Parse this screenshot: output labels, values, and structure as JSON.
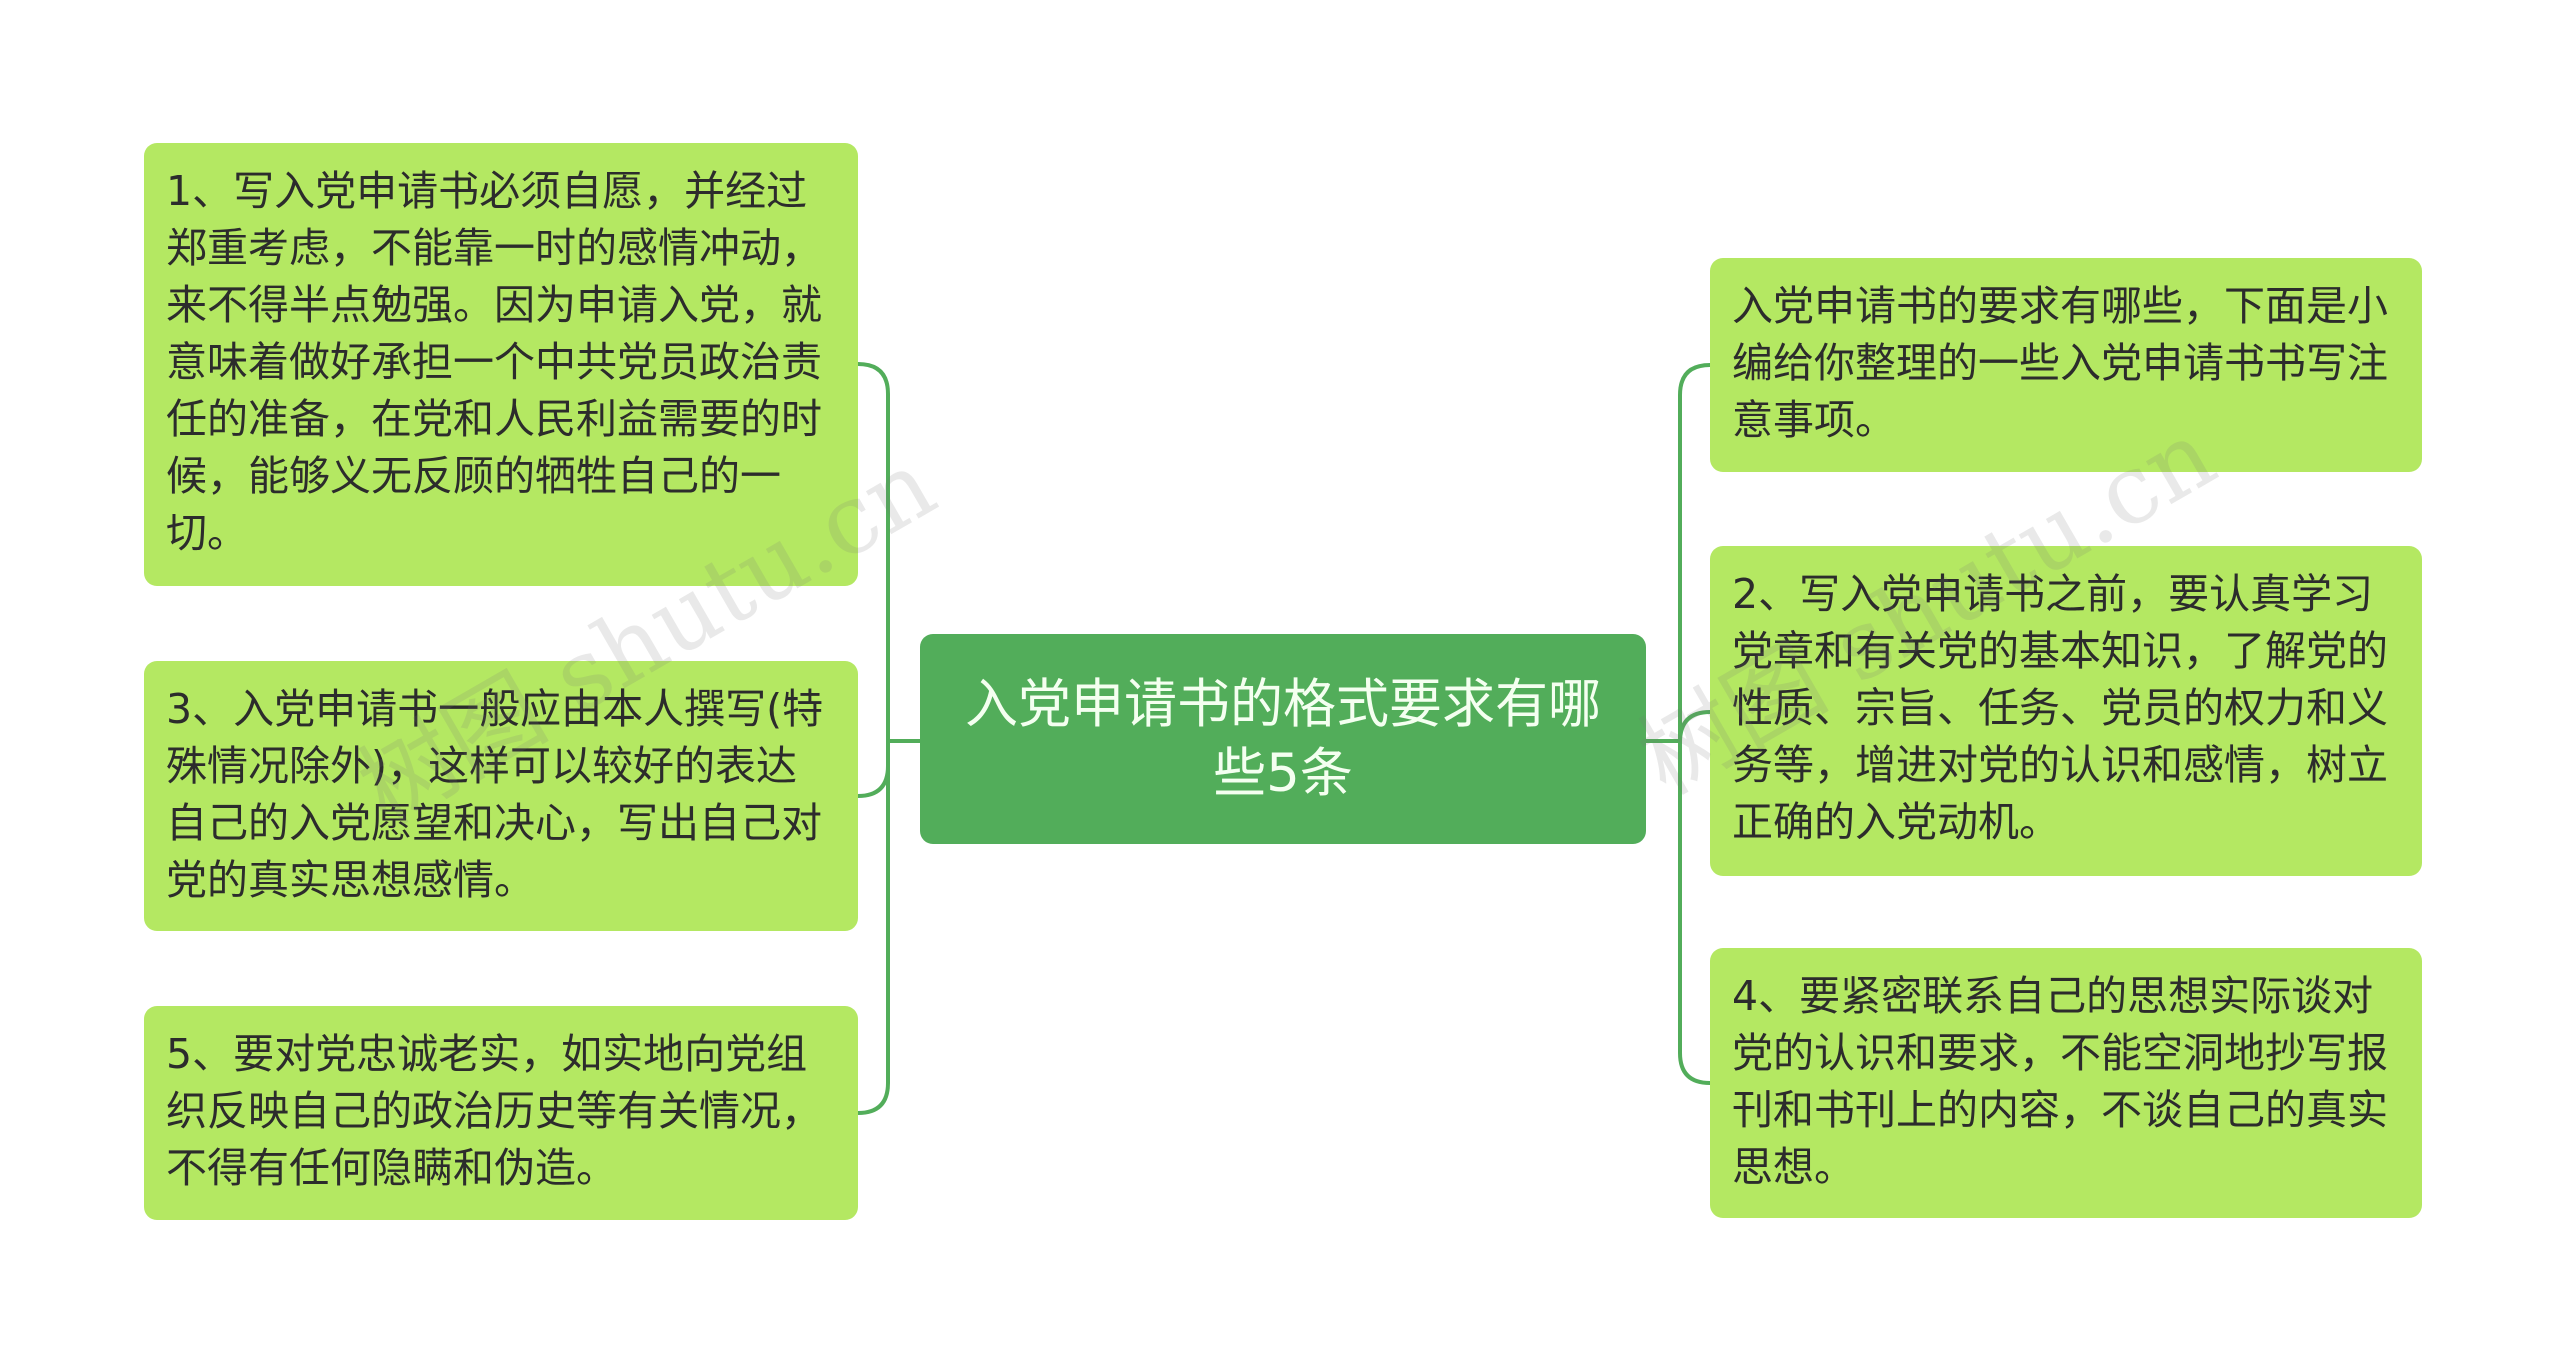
{
  "central_topic": "入党申请书的格式要求有哪些5条",
  "left_branches": [
    {
      "text": "1、写入党申请书必须自愿，并经过郑重考虑，不能靠一时的感情冲动，来不得半点勉强。因为申请入党，就意味着做好承担一个中共党员政治责任的准备，在党和人民利益需要的时候，能够义无反顾的牺牲自己的一切。"
    },
    {
      "text": "3、入党申请书一般应由本人撰写(特殊情况除外)，这样可以较好的表达自己的入党愿望和决心，写出自己对党的真实思想感情。"
    },
    {
      "text": "5、要对党忠诚老实，如实地向党组织反映自己的政治历史等有关情况，不得有任何隐瞒和伪造。"
    }
  ],
  "right_branches": [
    {
      "text": "入党申请书的要求有哪些，下面是小编给你整理的一些入党申请书书写注意事项。"
    },
    {
      "text": "2、写入党申请书之前，要认真学习党章和有关党的基本知识，了解党的性质、宗旨、任务、党员的权力和义务等，增进对党的认识和感情，树立正确的入党动机。"
    },
    {
      "text": "4、要紧密联系自己的思想实际谈对党的认识和要求，不能空洞地抄写报刊和书刊上的内容，不谈自己的真实思想。"
    }
  ],
  "watermark": "树图 shutu.cn",
  "colors": {
    "root_fill": "#52ad5a",
    "branch_fill": "#b4e862",
    "connector": "#52ad5a"
  }
}
